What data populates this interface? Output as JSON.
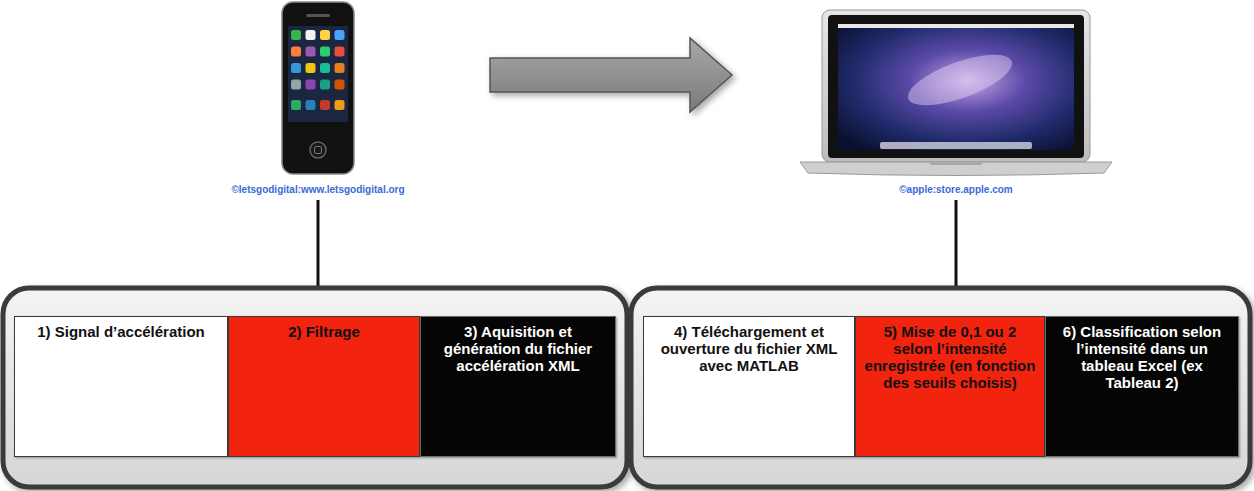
{
  "diagram": {
    "nodes": [
      {
        "text": [
          "1) Signal d’accélération"
        ]
      },
      {
        "text": [
          "2) Filtrage"
        ]
      },
      {
        "text": [
          "3) Aquisition et génération du fichier accélération XML"
        ]
      },
      {
        "text": [
          "4) Téléchargement et ouverture du fichier XML avec MATLAB"
        ]
      },
      {
        "text": [
          "5) Mise de 0,1 ou 2 selon l’intensité enregistrée (en fonction des seuils choisis)"
        ]
      },
      {
        "text": [
          "6) Classification selon l’intensité dans un tableau Excel (ex Tableau 2)"
        ]
      }
    ],
    "labels": [
      "©letsgodigital:www.letsgodigital.org",
      "©apple:store.apple.com"
    ]
  }
}
